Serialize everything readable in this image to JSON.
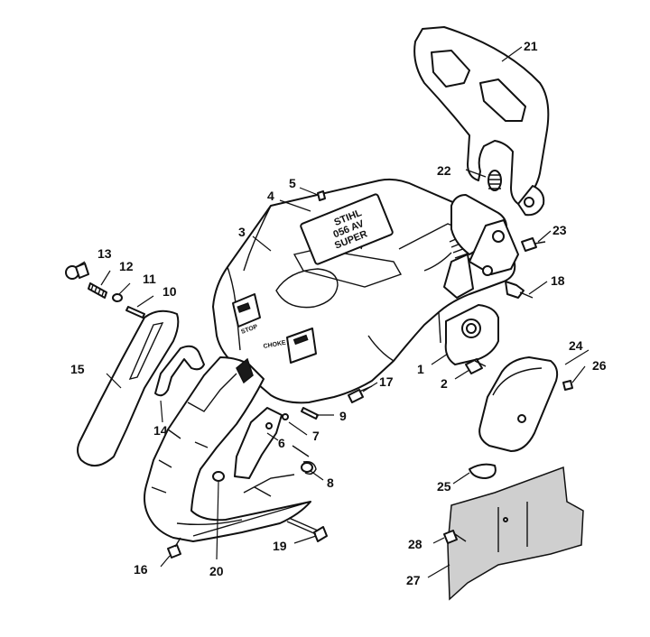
{
  "decal": {
    "line1": "STIHL",
    "line2": "056 AV",
    "line3": "SUPER"
  },
  "controls": {
    "stop": "STOP",
    "choke": "CHOKE"
  },
  "callouts": [
    "1",
    "2",
    "3",
    "4",
    "5",
    "6",
    "7",
    "8",
    "9",
    "10",
    "11",
    "12",
    "13",
    "14",
    "15",
    "16",
    "17",
    "18",
    "19",
    "20",
    "21",
    "22",
    "23",
    "24",
    "25",
    "26",
    "27",
    "28"
  ]
}
